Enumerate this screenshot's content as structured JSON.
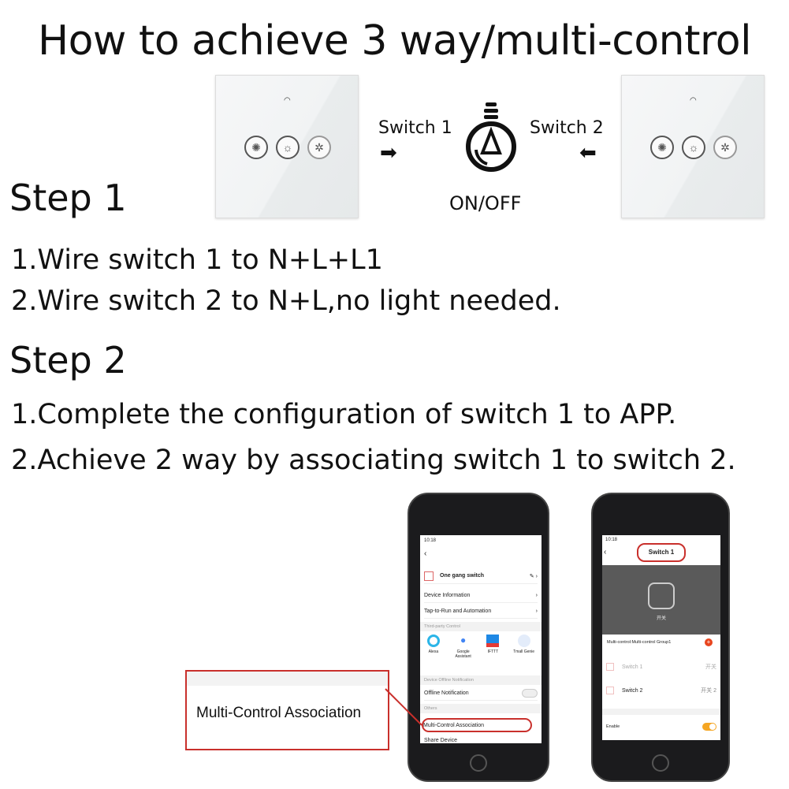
{
  "title": "How to achieve 3 way/multi-control",
  "diagram": {
    "switch1_label": "Switch 1",
    "switch2_label": "Switch 2",
    "bulb_label": "ON/OFF"
  },
  "step1": {
    "heading": "Step 1",
    "lines": [
      "1.Wire switch 1 to N+L+L1",
      "2.Wire switch 2 to N+L,no light needed."
    ]
  },
  "step2": {
    "heading": "Step 2",
    "lines": [
      "1.Complete the configuration of switch 1 to APP.",
      "2.Achieve 2 way by associating switch 1 to switch 2."
    ]
  },
  "callout": {
    "text": "Multi-Control Association",
    "color": "#c9302c"
  },
  "phone1": {
    "time": "10:18",
    "device_name": "One gang switch",
    "rows": [
      "Device Information",
      "Tap-to-Run and Automation"
    ],
    "section_third_party": "Third-party Control",
    "services": [
      "Alexa",
      "Google Assistant",
      "IFTTT",
      "Tmall Genie"
    ],
    "section_offline": "Device Offline Notification",
    "offline_row": "Offline Notification",
    "offline_enabled": false,
    "section_others": "Others",
    "multi_control_row": "Multi-Control Association",
    "next_row": "Share Device"
  },
  "phone2": {
    "time": "10:18",
    "title": "Switch 1",
    "device_caption": "开关",
    "group_label": "Multi-control:Multi-control Group1",
    "items": [
      {
        "name": "Switch 1",
        "value": "开关"
      },
      {
        "name": "Switch 2",
        "value": "开关 2"
      }
    ],
    "enable_label": "Enable",
    "enabled": true,
    "toggle_color": "#f5a623"
  }
}
